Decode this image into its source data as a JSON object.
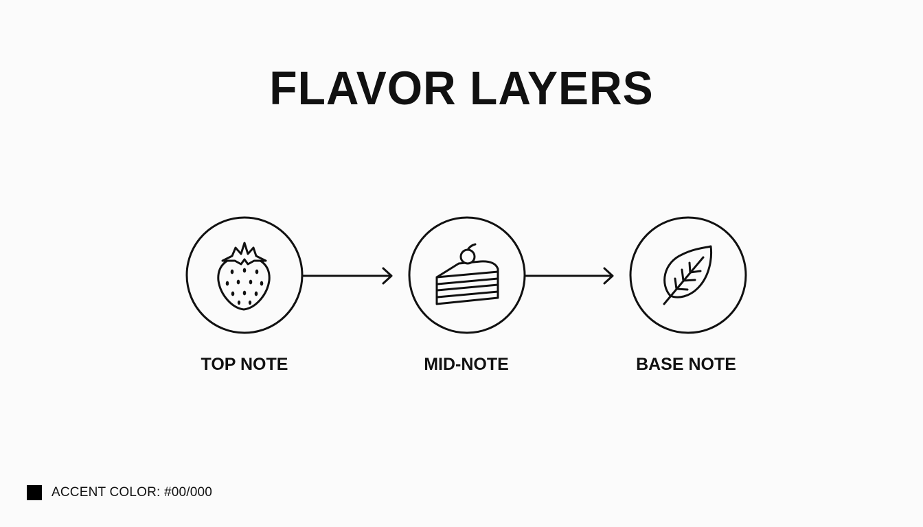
{
  "title": "FLAVOR LAYERS",
  "nodes": [
    {
      "label": "TOP NOTE",
      "icon": "strawberry-icon"
    },
    {
      "label": "MID-NOTE",
      "icon": "cake-slice-icon"
    },
    {
      "label": "BASE NOTE",
      "icon": "leaf-icon"
    }
  ],
  "legend": {
    "text": "ACCENT COLOR: #00/000",
    "swatch_color": "#000000"
  },
  "colors": {
    "stroke": "#111111",
    "background": "#fbfbfb"
  }
}
